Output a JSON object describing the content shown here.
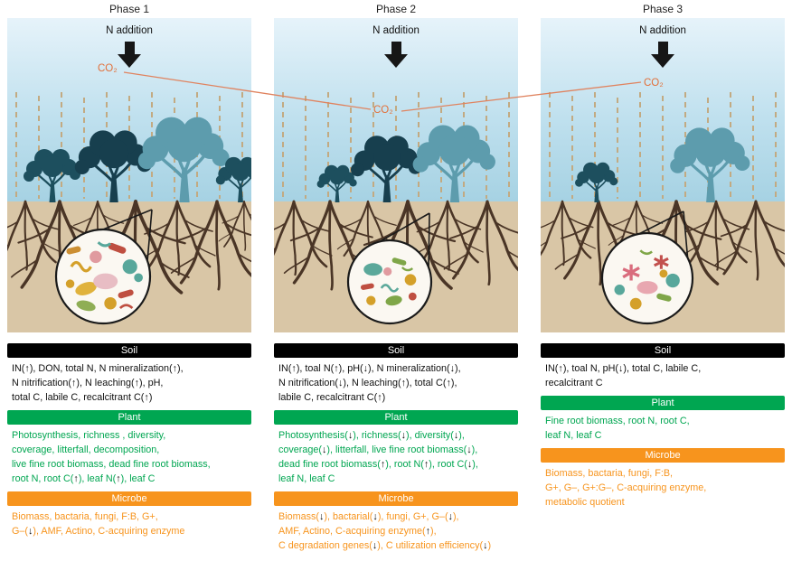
{
  "figure": {
    "n_addition_label": "N addition",
    "co2_label": "CO₂",
    "colors": {
      "plant_green": "#00a651",
      "microbe_orange": "#f7941d",
      "soil_header_black": "#000000",
      "co2_orange": "#e2703a",
      "sky_blue": "#bfe0ee",
      "soil_tan": "#d9c6a6",
      "tree_dark_teal": "#1d4f5e",
      "tree_light_teal": "#5d9cad"
    }
  },
  "phases": [
    {
      "title": "Phase 1",
      "soil": {
        "header": "Soil",
        "lines": [
          "IN(↑), DON, total N, N mineralization(↑),",
          "N nitrification(↑), N leaching(↑), pH,",
          "total C, labile C, recalcitrant C(↑)"
        ]
      },
      "plant": {
        "header": "Plant",
        "lines": [
          "Photosynthesis, richness , diversity,",
          "coverage, litterfall, decomposition,",
          "live fine root biomass, dead fine root biomass,",
          "root N, root C(↑), leaf N(↑), leaf C"
        ]
      },
      "microbe": {
        "header": "Microbe",
        "lines": [
          "Biomass, bactaria, fungi, F:B, G+,",
          "G–(↓), AMF, Actino, C-acquiring enzyme"
        ]
      }
    },
    {
      "title": "Phase 2",
      "soil": {
        "header": "Soil",
        "lines": [
          "IN(↑), toal N(↑), pH(↓), N mineralization(↓),",
          "N nitrification(↓), N leaching(↑), total C(↑),",
          "labile C, recalcitrant C(↑)"
        ]
      },
      "plant": {
        "header": "Plant",
        "lines": [
          "Photosynthesis(↓), richness(↓), diversity(↓),",
          "coverage(↓), litterfall, live fine root biomass(↓),",
          "dead fine root biomass(↑), root N(↑), root C(↓),",
          "leaf N, leaf C"
        ]
      },
      "microbe": {
        "header": "Microbe",
        "lines": [
          "Biomass(↓), bactarial(↓), fungi, G+, G–(↓),",
          "AMF, Actino, C-acquiring enzyme(↑),",
          "C degradation genes(↓), C utilization efficiency(↓)"
        ]
      }
    },
    {
      "title": "Phase 3",
      "soil": {
        "header": "Soil",
        "lines": [
          "IN(↑), toal N, pH(↓), total C, labile C,",
          "recalcitrant C"
        ]
      },
      "plant": {
        "header": "Plant",
        "lines": [
          "Fine root biomass, root N, root C,",
          "leaf N, leaf C"
        ]
      },
      "microbe": {
        "header": "Microbe",
        "lines": [
          "Biomass, bactaria, fungi, F:B,",
          "G+, G–, G+:G–, C-acquiring enzyme,",
          "metabolic quotient"
        ]
      }
    }
  ]
}
